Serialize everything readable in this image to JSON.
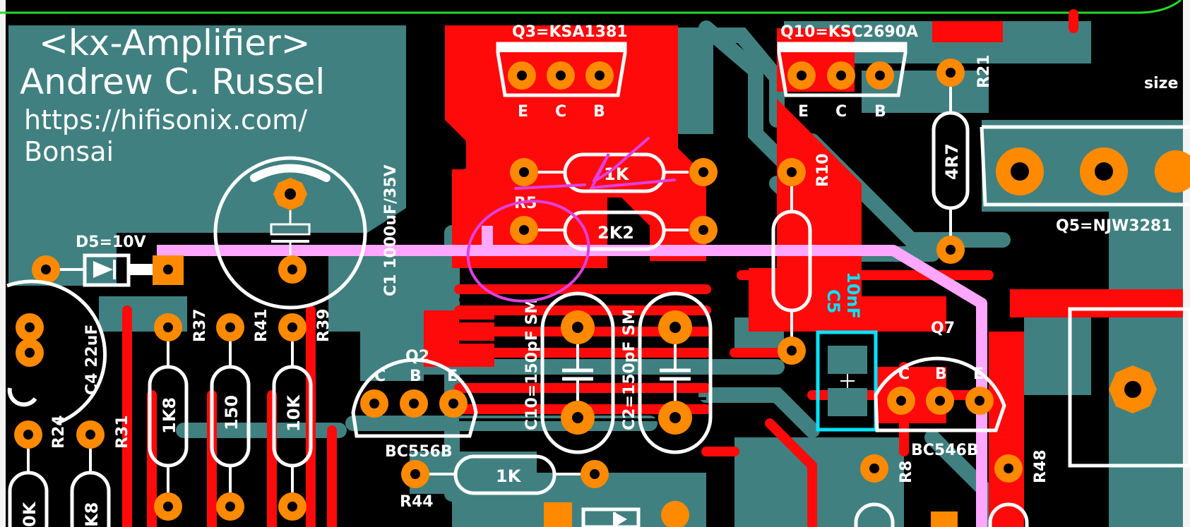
{
  "app": {
    "screen_title": "PCB layout view"
  },
  "header": {
    "line1": "<kx-Amplifier>",
    "line2": "Andrew C. Russel",
    "line3": "https://hifisonix.com/",
    "line4": "Bonsai"
  },
  "colors": {
    "board_bg": "#000000",
    "copper_top": "#ff0a0a",
    "copper_bottom": "#418080",
    "silkscreen": "#ffffff",
    "pad": "#ff8a00",
    "highlight_trace": "#ffa6ff",
    "annotation": "#e040e0",
    "selection": "#00e5ff",
    "board_edge": "#22dd22"
  },
  "labels": {
    "q3": "Q3=KSA1381",
    "q10": "Q10=KSC2690A",
    "q5": "Q5=NJW3281",
    "q2": "Q2",
    "q7": "Q7",
    "bc556b": "BC556B",
    "bc546b": "BC546B",
    "d5": "D5=10V",
    "c1": "C1 1000uF/35V",
    "c4": "C4 22uF",
    "c10": "C10=150pF SM",
    "c2": "C2=150pF SM",
    "c5": "C5",
    "c5_val": "10nF",
    "r37": "R37",
    "r41": "R41",
    "r39": "R39",
    "r24": "R24",
    "r31": "R31",
    "r10": "R10",
    "r21": "R21",
    "r8": "R8",
    "r44": "R44",
    "r48": "R48",
    "r5": "R5",
    "pin_e": "E",
    "pin_c": "C",
    "pin_b": "B",
    "val_1k8": "1K8",
    "val_150": "150",
    "val_10k": "10K",
    "val_2k2": "2K2",
    "val_1k_top": "1K",
    "val_1k_bottom": "1K",
    "val_4r7": "4R7",
    "val_0k": "0K",
    "val_k8": "K8",
    "size": "size"
  }
}
